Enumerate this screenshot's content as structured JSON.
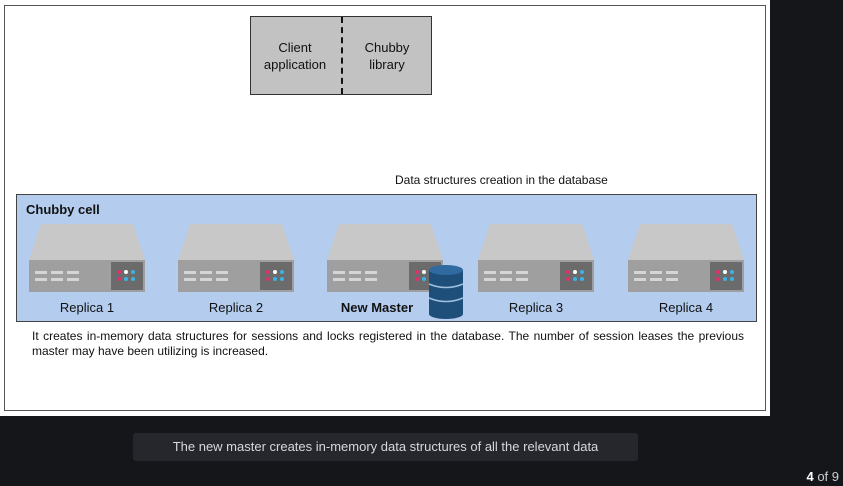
{
  "diagram": {
    "client_box": {
      "left_label": "Client\napplication",
      "right_label": "Chubby\nlibrary"
    },
    "top_caption": "Data structures creation in the database",
    "cell": {
      "title": "Chubby cell",
      "servers": [
        {
          "label": "Replica 1",
          "is_master": false
        },
        {
          "label": "Replica 2",
          "is_master": false
        },
        {
          "label": "New Master",
          "is_master": true,
          "icon": "database-icon"
        },
        {
          "label": "Replica 3",
          "is_master": false
        },
        {
          "label": "Replica 4",
          "is_master": false
        }
      ]
    },
    "description": "It creates in-memory data structures for sessions and locks registered in the database. The number of session leases the previous master may have been utilizing is increased."
  },
  "caption": "The new master creates in-memory data structures of all the relevant data",
  "pager": {
    "current": "4",
    "suffix": " of 9"
  },
  "colors": {
    "cell_background": "#b4cdef",
    "server_top": "#c8c8c8",
    "server_front": "#9f9f9f",
    "server_panel": "#6b6b6b",
    "led_pink": "#e0306e",
    "led_blue": "#3ab3e6",
    "database": "#1e4f7b"
  }
}
